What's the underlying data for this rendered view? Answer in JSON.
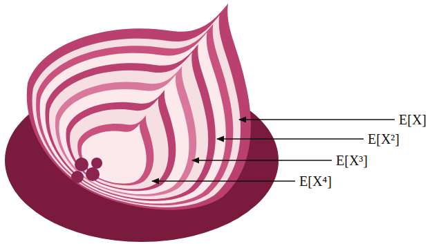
{
  "diagram": {
    "labels": [
      "E[X]",
      "E[X²]",
      "E[X³]",
      "E[X⁴]"
    ]
  }
}
